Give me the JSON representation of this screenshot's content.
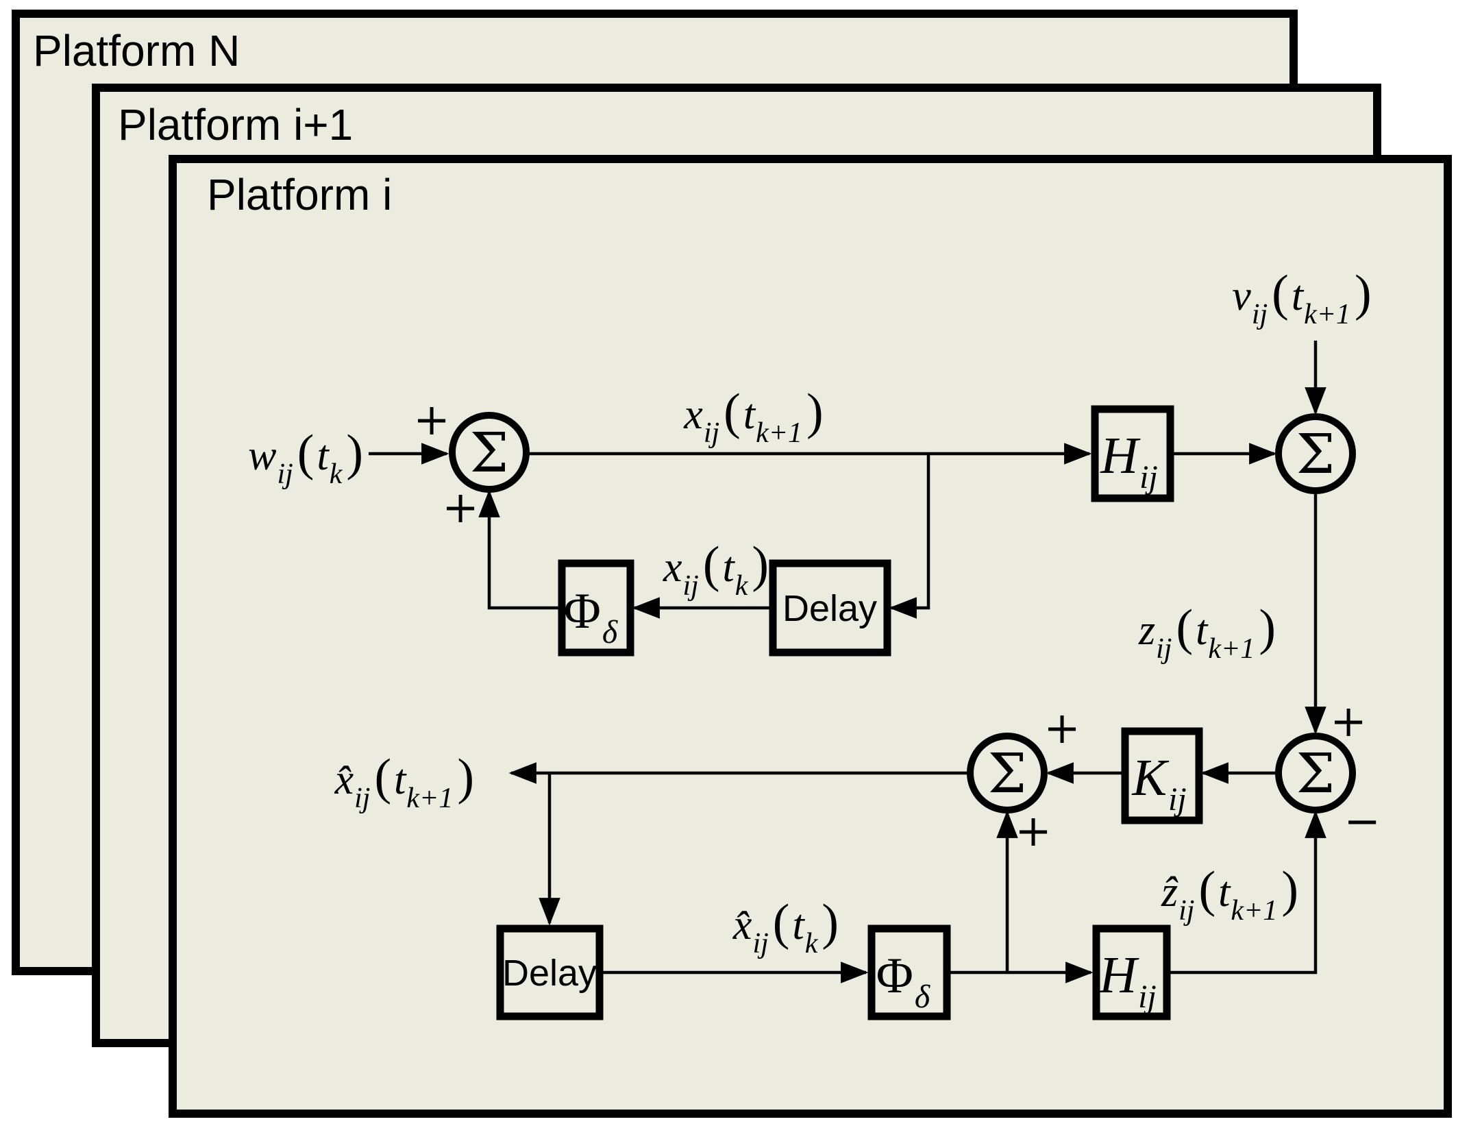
{
  "diagram": {
    "type": "block-diagram",
    "description": "Discrete-time Kalman filter signal-flow diagram replicated per platform",
    "panel_fill": "#ECEBE0",
    "line_color": "#000000"
  },
  "platforms": {
    "n": "Platform N",
    "i1": "Platform i+1",
    "i": "Platform i"
  },
  "blocks": {
    "phi1": {
      "sym": "Φ",
      "sub": "δ"
    },
    "delay1": {
      "label": "Delay"
    },
    "h1": {
      "sym": "H",
      "sub": "ij"
    },
    "k": {
      "sym": "K",
      "sub": "ij"
    },
    "delay2": {
      "label": "Delay"
    },
    "phi2": {
      "sym": "Φ",
      "sub": "δ"
    },
    "h2": {
      "sym": "H",
      "sub": "ij"
    }
  },
  "sums": {
    "s1": "Σ",
    "s2": "Σ",
    "s3": "Σ",
    "s4": "Σ"
  },
  "signs": {
    "s1_top": "+",
    "s1_bottom": "+",
    "s3_top": "+",
    "s3_bottom": "−",
    "s4_top": "+",
    "s4_bottom": "+"
  },
  "signals": {
    "w_in": {
      "sym": "w",
      "sub": "ij",
      "open": "(",
      "t": "t",
      "tsub": "k",
      "close": ")"
    },
    "x_next": {
      "sym": "x",
      "sub": "ij",
      "open": "(",
      "t": "t",
      "tsub": "k+1",
      "close": ")"
    },
    "x_prev": {
      "sym": "x",
      "sub": "ij",
      "open": "(",
      "t": "t",
      "tsub": "k",
      "close": ")"
    },
    "v_in": {
      "sym": "v",
      "sub": "ij",
      "open": "(",
      "t": "t",
      "tsub": "k+1",
      "close": ")"
    },
    "z_meas": {
      "sym": "z",
      "sub": "ij",
      "open": "(",
      "t": "t",
      "tsub": "k+1",
      "close": ")"
    },
    "z_pred": {
      "sym": "ẑ",
      "sub": "ij",
      "open": "(",
      "t": "t",
      "tsub": "k+1",
      "close": ")"
    },
    "xhat_out": {
      "sym": "x̂",
      "sub": "ij",
      "open": "(",
      "t": "t",
      "tsub": "k+1",
      "close": ")"
    },
    "xhat_prev": {
      "sym": "x̂",
      "sub": "ij",
      "open": "(",
      "t": "t",
      "tsub": "k",
      "close": ")"
    }
  }
}
